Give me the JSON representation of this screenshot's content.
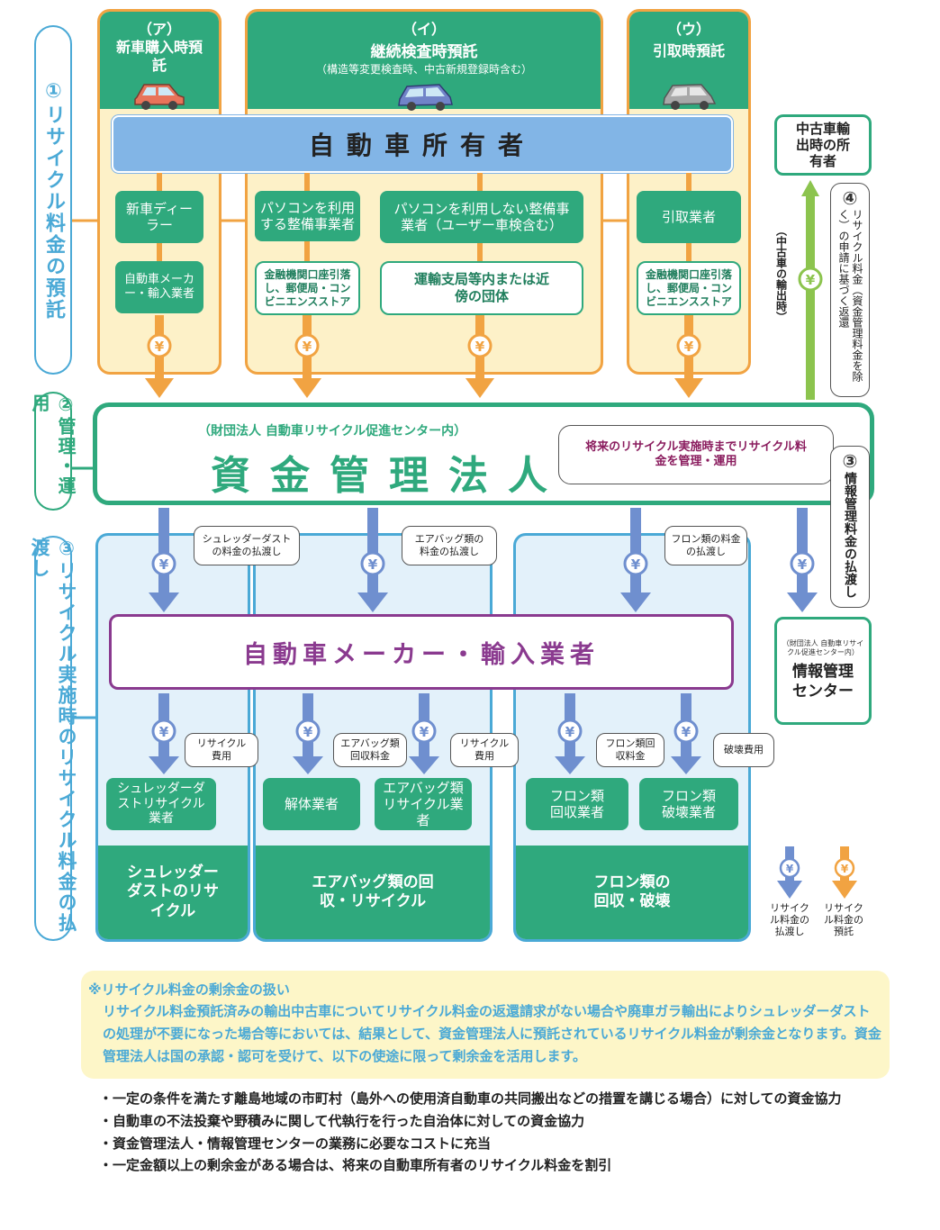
{
  "deposit": {
    "side_label": "①リサイクル料金の預託",
    "col_a": {
      "mark": "（ア）",
      "title": "新車購入時預託",
      "step1": "新車ディーラー",
      "step2": "自動車メーカー・輸入業者"
    },
    "col_i": {
      "mark": "（イ）",
      "title": "継続検査時預託",
      "subtitle": "（構造等変更検査時、中古新規登録時含む）",
      "step1a": "パソコンを利用する整備事業者",
      "step1b": "パソコンを利用しない整備事業者（ユーザー車検含む）",
      "step2a": "金融機関口座引落し、郵便局・コンビニエンスストア",
      "step2b": "運輸支局等内または近傍の団体"
    },
    "col_u": {
      "mark": "（ウ）",
      "title": "引取時預託",
      "step1": "引取業者",
      "step2": "金融機関口座引落し、郵便局・コンビニエンスストア"
    },
    "owner": "自動車所有者"
  },
  "right": {
    "used_owner": "中古車輸出時の所有者",
    "export_label": "（中古車の輸出時）",
    "refund_num": "④",
    "refund_text": "リサイクル料金（資金管理料金を除く）の申請に基づく返還",
    "info_num": "③",
    "info_text": "情報管理料金の払渡し",
    "info_center_small": "（財団法人 自動車リサイクル促進センター内）",
    "info_center": "情報管理センター"
  },
  "management": {
    "side_label": "②管理・運用",
    "small": "（財団法人 自動車リサイクル促進センター内）",
    "title": "資金管理法人",
    "note": "将来のリサイクル実施時までリサイクル料金を管理・運用"
  },
  "payout": {
    "side_label": "③リサイクル実施時のリサイクル料金の払渡し",
    "callout_shredder": "シュレッダーダストの料金の払渡し",
    "callout_airbag": "エアバッグ類の料金の払渡し",
    "callout_freon": "フロン類の料金の払渡し",
    "maker": "自動車メーカー・輸入業者",
    "c_recycle1": "リサイクル費用",
    "c_airbag_collect": "エアバッグ類回収料金",
    "c_recycle2": "リサイクル費用",
    "c_freon_collect": "フロン類回収料金",
    "c_destroy": "破壊費用",
    "b_shredder": "シュレッダーダストリサイクル業者",
    "b_dismantle": "解体業者",
    "b_airbag": "エアバッグ類リサイクル業者",
    "b_freon_collect": "フロン類回収業者",
    "b_freon_destroy": "フロン類破壊業者",
    "foot_shredder": "シュレッダーダストのリサイクル",
    "foot_airbag": "エアバッグ類の回収・リサイクル",
    "foot_freon": "フロン類の回収・破壊"
  },
  "legend": {
    "blue": "リサイクル料金の払渡し",
    "orange": "リサイクル料金の預託"
  },
  "surplus": {
    "title": "※リサイクル料金の剰余金の扱い",
    "body": "リサイクル料金預託済みの輸出中古車についてリサイクル料金の返還請求がない場合や廃車ガラ輸出によりシュレッダーダストの処理が不要になった場合等においては、結果として、資金管理法人に預託されているリサイクル料金が剰余金となります。資金管理法人は国の承認・認可を受けて、以下の使途に限って剰余金を活用します。"
  },
  "bullets": [
    "・一定の条件を満たす離島地域の市町村（島外への使用済自動車の共同搬出などの措置を講じる場合）に対しての資金協力",
    "・自動車の不法投棄や野積みに関して代執行を行った自治体に対しての資金協力",
    "・資金管理法人・情報管理センターの業務に必要なコストに充当",
    "・一定金額以上の剰余金がある場合は、将来の自動車所有者のリサイクル料金を割引"
  ],
  "colors": {
    "green": "#2fa97d",
    "orange": "#f1a342",
    "blue": "#4aa9d6",
    "purple": "#8a3a8f",
    "arrow_blue": "#6f8fcf"
  }
}
